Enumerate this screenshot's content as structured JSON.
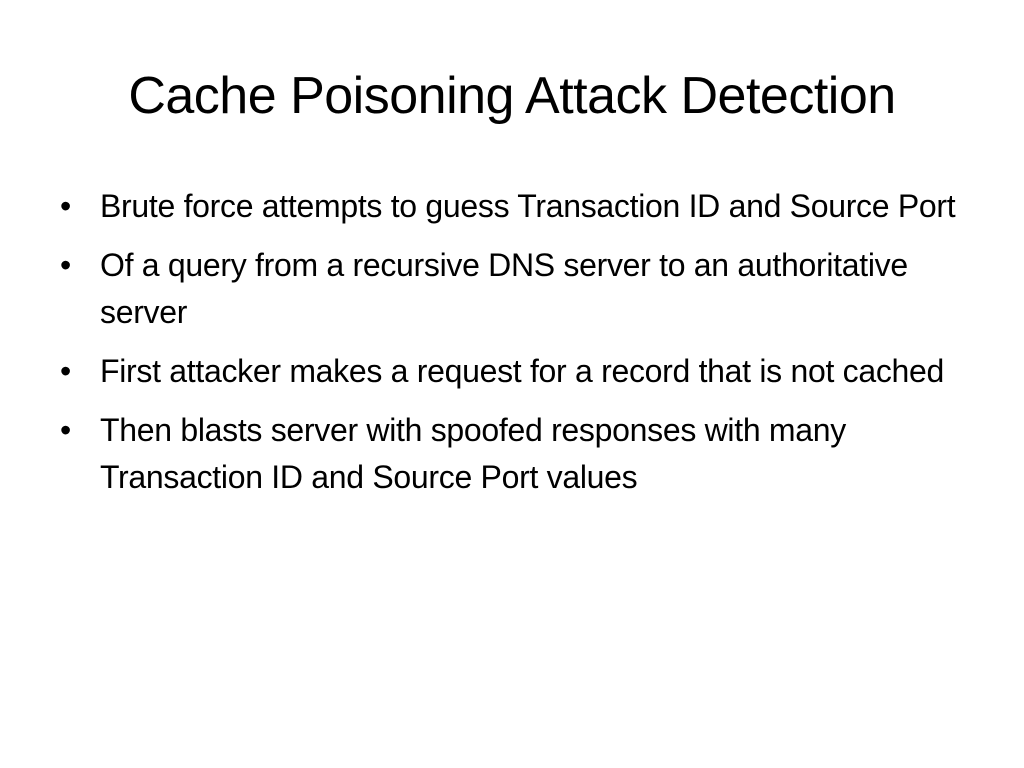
{
  "slide": {
    "title": "Cache Poisoning Attack Detection",
    "bullet_symbol": "•",
    "bullets": [
      "Brute force attempts to guess Transaction ID and Source Port",
      "Of a query from a recursive DNS server to an authoritative server",
      "First attacker makes a request for a record that is not cached",
      "Then blasts server with spoofed responses with many Transaction ID and Source Port values"
    ]
  }
}
